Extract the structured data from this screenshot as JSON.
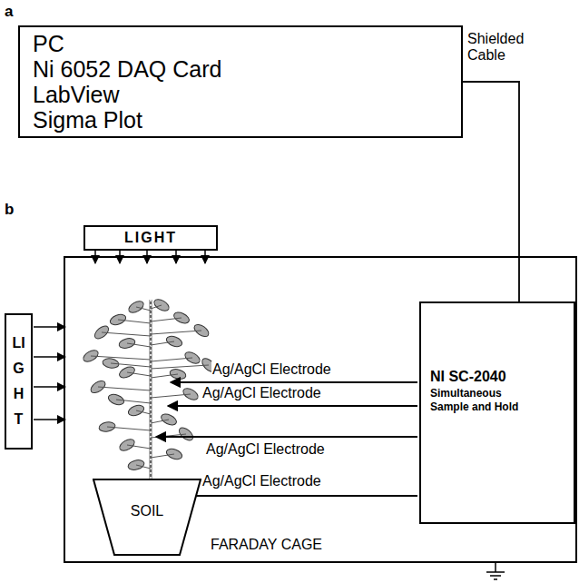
{
  "diagram": {
    "nodes": [
      {
        "text": [
          "PC",
          "Ni 6052 DAQ Card",
          "LabView",
          "Sigma Plot"
        ]
      },
      {
        "text": [
          "LIGHT"
        ]
      },
      {
        "text": [
          "LIGHT"
        ]
      },
      {
        "text": [
          "FARADAY CAGE"
        ]
      },
      {
        "text": [
          "NI SC-2040",
          "Simultaneous Sample and Hold"
        ],
        "in": 3
      },
      {
        "text": [
          "SOIL"
        ],
        "in": 3
      }
    ],
    "edges": [
      {
        "from": 0,
        "to": 4,
        "arrow": "none"
      }
    ],
    "labels": [
      "a",
      "b",
      "Shielded Cable",
      "Ag/AgCl Electrode",
      "Ag/AgCl Electrode",
      "Ag/AgCl Electrode",
      "Ag/AgCl Electrode"
    ]
  }
}
